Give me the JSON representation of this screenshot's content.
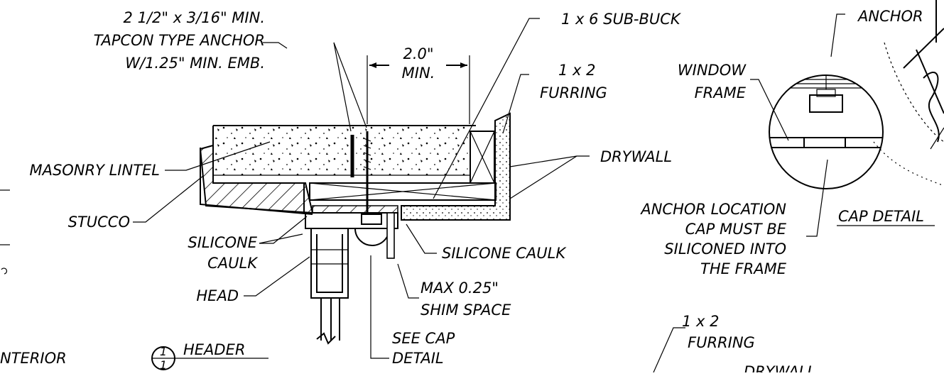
{
  "labels": {
    "tapcon_line1": "2 1/2\" x 3/16\" MIN.",
    "tapcon_line2": "TAPCON TYPE ANCHOR",
    "tapcon_line3": "W/1.25\" MIN. EMB.",
    "dim_line1": "2.0\"",
    "dim_line2": "MIN.",
    "subbuck": "1 x 6 SUB-BUCK",
    "furring_top_1": "1 x 2",
    "furring_top_2": "FURRING",
    "window_frame_1": "WINDOW",
    "window_frame_2": "FRAME",
    "anchor": "ANCHOR",
    "masonry_lintel": "MASONRY LINTEL",
    "drywall": "DRYWALL",
    "stucco": "STUCCO",
    "silicone_caulk_left_1": "SILICONE",
    "silicone_caulk_left_2": "CAULK",
    "silicone_caulk_right": "SILICONE CAULK",
    "anchor_loc_1": "ANCHOR LOCATION",
    "anchor_loc_2": "CAP MUST BE",
    "anchor_loc_3": "SILICONED INTO",
    "anchor_loc_4": "THE FRAME",
    "cap_detail": "CAP DETAIL",
    "head": "HEAD",
    "shim_1": "MAX 0.25\"",
    "shim_2": "SHIM SPACE",
    "see_cap_1": "SEE CAP",
    "see_cap_2": "DETAIL",
    "furring_bottom_1": "1 x 2",
    "furring_bottom_2": "FURRING",
    "drywall_bottom_partial": "DRYWALL",
    "interior_partial": "NTERIOR",
    "detail_number_top": "1",
    "detail_number_bottom": "1",
    "detail_title": "HEADER"
  }
}
